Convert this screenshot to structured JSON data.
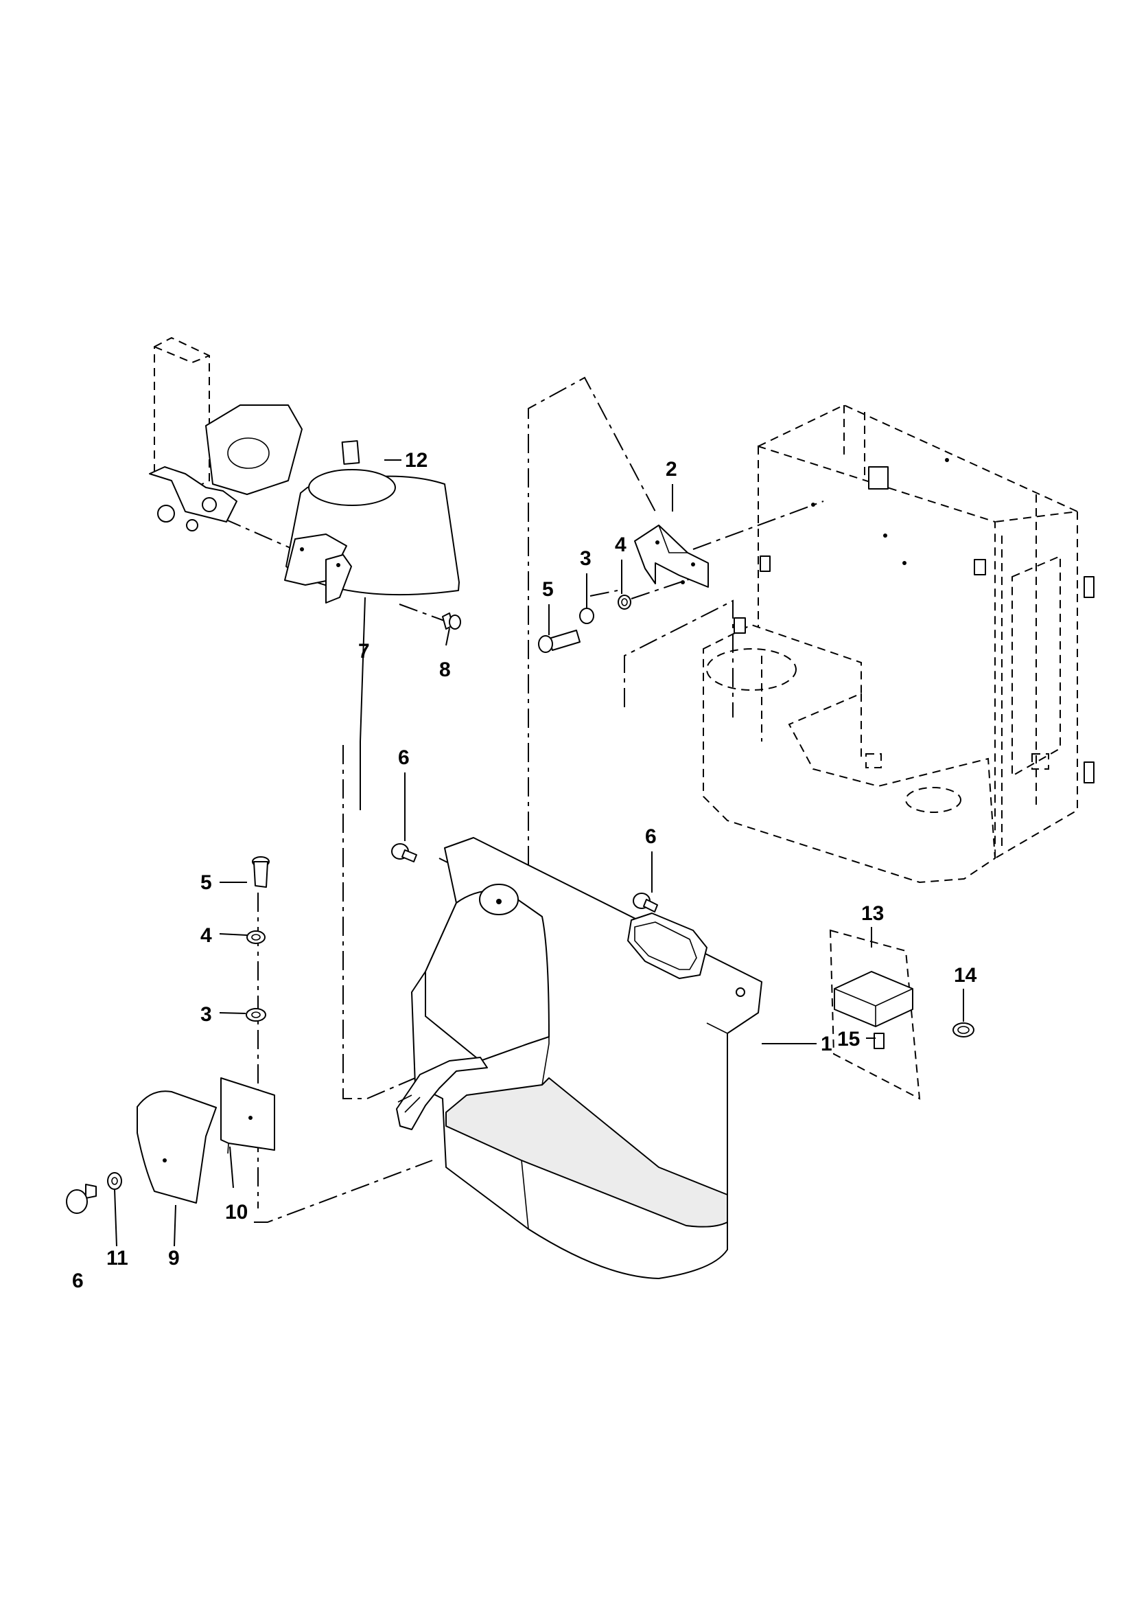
{
  "callouts": {
    "p1": "1",
    "p2": "2",
    "p3_top": "3",
    "p3_left": "3",
    "p4_top": "4",
    "p4_left": "4",
    "p5_top": "5",
    "p5_left": "5",
    "p6_mid": "6",
    "p6_right": "6",
    "p6_bottom": "6",
    "p7": "7",
    "p8": "8",
    "p9": "9",
    "p10": "10",
    "p11": "11",
    "p12": "12",
    "p13": "13",
    "p14": "14",
    "p15": "15"
  }
}
